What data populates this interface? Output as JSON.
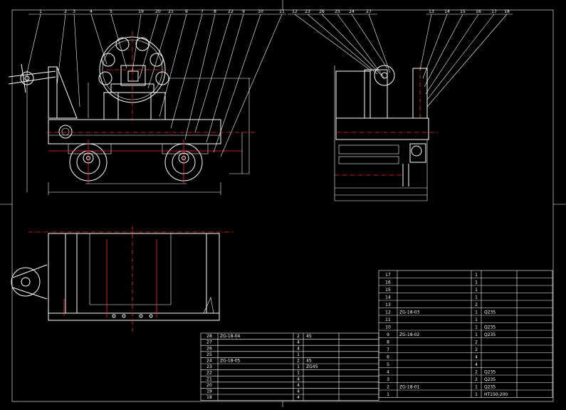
{
  "balloons_top_left": [
    "1",
    "2",
    "3",
    "4",
    "5",
    "19",
    "20",
    "21",
    "6",
    "7",
    "8",
    "22",
    "9",
    "10",
    "11"
  ],
  "balloons_top_right": [
    "12",
    "23",
    "26",
    "25",
    "24",
    "27",
    "13",
    "14",
    "15",
    "16",
    "17",
    "18"
  ],
  "parts_left": [
    {
      "no": "28",
      "code": "ZG-18-04",
      "qty": "2",
      "mat": "45"
    },
    {
      "no": "27",
      "code": "",
      "qty": "4",
      "mat": ""
    },
    {
      "no": "26",
      "code": "",
      "qty": "4",
      "mat": ""
    },
    {
      "no": "25",
      "code": "",
      "qty": "1",
      "mat": ""
    },
    {
      "no": "24",
      "code": "ZG-18-05",
      "qty": "2",
      "mat": "45"
    },
    {
      "no": "23",
      "code": "",
      "qty": "1",
      "mat": "ZG45"
    },
    {
      "no": "22",
      "code": "",
      "qty": "1",
      "mat": ""
    },
    {
      "no": "21",
      "code": "",
      "qty": "4",
      "mat": ""
    },
    {
      "no": "20",
      "code": "",
      "qty": "4",
      "mat": ""
    },
    {
      "no": "19",
      "code": "",
      "qty": "4",
      "mat": ""
    },
    {
      "no": "18",
      "code": "",
      "qty": "4",
      "mat": ""
    }
  ],
  "parts_right": [
    {
      "no": "17",
      "code": "",
      "qty": "1",
      "mat": ""
    },
    {
      "no": "16",
      "code": "",
      "qty": "1",
      "mat": ""
    },
    {
      "no": "15",
      "code": "",
      "qty": "1",
      "mat": ""
    },
    {
      "no": "14",
      "code": "",
      "qty": "1",
      "mat": ""
    },
    {
      "no": "13",
      "code": "",
      "qty": "2",
      "mat": ""
    },
    {
      "no": "12",
      "code": "ZG-18-03",
      "qty": "1",
      "mat": "Q235"
    },
    {
      "no": "11",
      "code": "",
      "qty": "1",
      "mat": ""
    },
    {
      "no": "10",
      "code": "",
      "qty": "1",
      "mat": "Q235"
    },
    {
      "no": "9",
      "code": "ZG-18-02",
      "qty": "1",
      "mat": "Q235"
    },
    {
      "no": "8",
      "code": "",
      "qty": "2",
      "mat": ""
    },
    {
      "no": "7",
      "code": "",
      "qty": "2",
      "mat": ""
    },
    {
      "no": "6",
      "code": "",
      "qty": "4",
      "mat": ""
    },
    {
      "no": "5",
      "code": "",
      "qty": "4",
      "mat": ""
    },
    {
      "no": "4",
      "code": "",
      "qty": "2",
      "mat": "Q235"
    },
    {
      "no": "3",
      "code": "",
      "qty": "2",
      "mat": "Q235"
    },
    {
      "no": "2",
      "code": "ZG-18-01",
      "qty": "1",
      "mat": "Q235"
    },
    {
      "no": "1",
      "code": "",
      "qty": "1",
      "mat": "HT150-200"
    }
  ]
}
